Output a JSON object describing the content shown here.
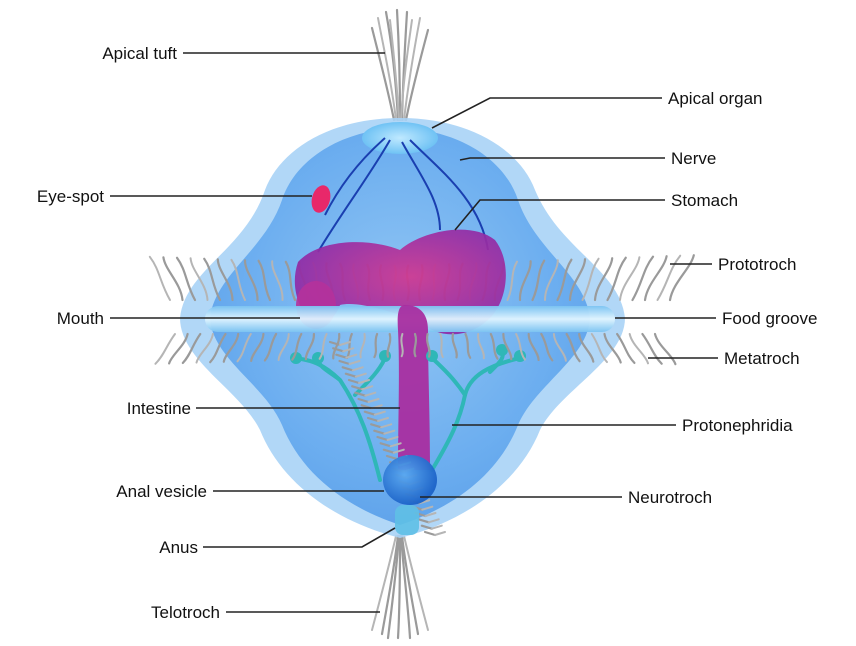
{
  "labels": {
    "apical_tuft": "Apical tuft",
    "apical_organ": "Apical organ",
    "nerve": "Nerve",
    "eye_spot": "Eye-spot",
    "stomach": "Stomach",
    "prototroch": "Prototroch",
    "mouth": "Mouth",
    "food_groove": "Food groove",
    "metatroch": "Metatroch",
    "intestine": "Intestine",
    "protonephridia": "Protonephridia",
    "anal_vesicle": "Anal vesicle",
    "neurotroch": "Neurotroch",
    "anus": "Anus",
    "telotroch": "Telotroch"
  },
  "colors": {
    "body_outer": "#9ecdf5",
    "body_inner": "#6aaef0",
    "band": "#bfe4fb",
    "stomach": "#b0309c",
    "nerve": "#1a3fb0",
    "protonephridia": "#2fb7b7",
    "eye_spot": "#e8286a",
    "cilia": "#9a9a9a",
    "anal_vesicle": "#2a7fd8"
  }
}
